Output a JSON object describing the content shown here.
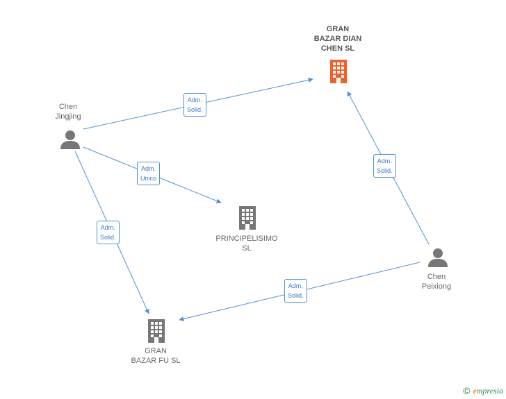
{
  "nodes": {
    "gran_bazar_dian": {
      "label": "GRAN\nBAZAR DIAN\nCHEN SL",
      "type": "company-main"
    },
    "chen_jingjing": {
      "label": "Chen\nJingjing",
      "type": "person"
    },
    "principelisimo": {
      "label": "PRINCIPELISIMO\nSL",
      "type": "company"
    },
    "chen_peixiong": {
      "label": "Chen\nPeixiong",
      "type": "person"
    },
    "gran_bazar_fu": {
      "label": "GRAN\nBAZAR FU SL",
      "type": "company"
    }
  },
  "edges": [
    {
      "from": "chen_jingjing",
      "to": "gran_bazar_dian",
      "label": "Adm.\nSolid."
    },
    {
      "from": "chen_jingjing",
      "to": "principelisimo",
      "label": "Adm.\nUnico"
    },
    {
      "from": "chen_jingjing",
      "to": "gran_bazar_fu",
      "label": "Adm.\nSolid."
    },
    {
      "from": "chen_peixiong",
      "to": "gran_bazar_dian",
      "label": "Adm.\nSolid."
    },
    {
      "from": "chen_peixiong",
      "to": "gran_bazar_fu",
      "label": "Adm.\nSolid."
    }
  ],
  "colors": {
    "edge": "#4a90d9",
    "main_company": "#f0602a",
    "company": "#777777",
    "person": "#777777"
  },
  "footer": {
    "copyright": "©",
    "brand_initial": "e",
    "brand_rest": "mpresia"
  }
}
